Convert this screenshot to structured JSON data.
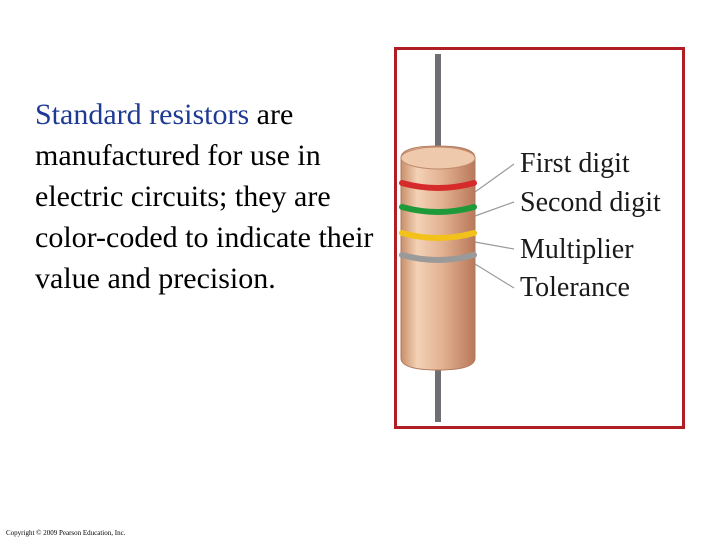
{
  "text": {
    "highlight": "Standard resistors",
    "rest": " are manufactured for use in electric circuits; they are color-coded to indicate their value and precision."
  },
  "figure": {
    "labels": [
      "First digit",
      "Second digit",
      "Multiplier",
      "Tolerance"
    ],
    "band_colors": [
      "#d62b2b",
      "#1f9a3a",
      "#f2c21a",
      "#9a9a9a"
    ],
    "frame_color": "#b01e23"
  },
  "footer": {
    "copyright": "Copyright © 2009 Pearson Education, Inc."
  }
}
